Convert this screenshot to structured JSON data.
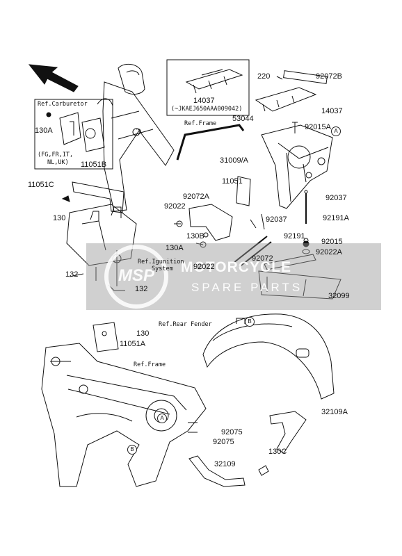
{
  "part_labels": {
    "p220": "220",
    "p92072B": "92072B",
    "p14037_top": "14037",
    "p14037_right": "14037",
    "p92015A": "92015A",
    "p53044": "53044",
    "p31009A": "31009/A",
    "p130A_left": "130A",
    "p11051B": "11051B",
    "p11051C": "11051C",
    "p130_left": "130",
    "p11051": "11051",
    "p92037_right": "92037",
    "p92191A": "92191A",
    "p92022_left": "92022",
    "p92072A": "92072A",
    "p92191": "92191",
    "p130A_mid": "130A",
    "p130B": "130B",
    "p92037_mid": "92037",
    "p92015": "92015",
    "p92022A": "92022A",
    "p92022_mid": "92022",
    "p92072": "92072",
    "p132_left": "132",
    "p132_mid": "132",
    "p32099": "32099",
    "p130_mid": "130",
    "p11051A": "11051A",
    "p92075_a": "92075",
    "p92075_b": "92075",
    "p32109A": "32109A",
    "p130C": "130C",
    "p32109": "32109"
  },
  "reference_notes": {
    "ref_carburetor": "Ref.Carburetor",
    "market_codes_1": "(FG,FR,IT,",
    "market_codes_2": "NL,UK)",
    "serial_note": "(~JKAEJ650AAA009042)",
    "ref_frame_top": "Ref.Frame",
    "ref_ignition_1": "Ref.Igunition",
    "ref_ignition_2": "System",
    "ref_rear_fender": "Ref.Rear Fender",
    "ref_frame_bottom": "Ref.Frame"
  },
  "circle_markers": {
    "a_top": "A",
    "a_frame": "A",
    "b_fender": "B",
    "b_frame": "B"
  },
  "watermark": {
    "logo": "MSP",
    "line1": "MOTORCYCLE",
    "line2": "SPARE PARTS"
  }
}
